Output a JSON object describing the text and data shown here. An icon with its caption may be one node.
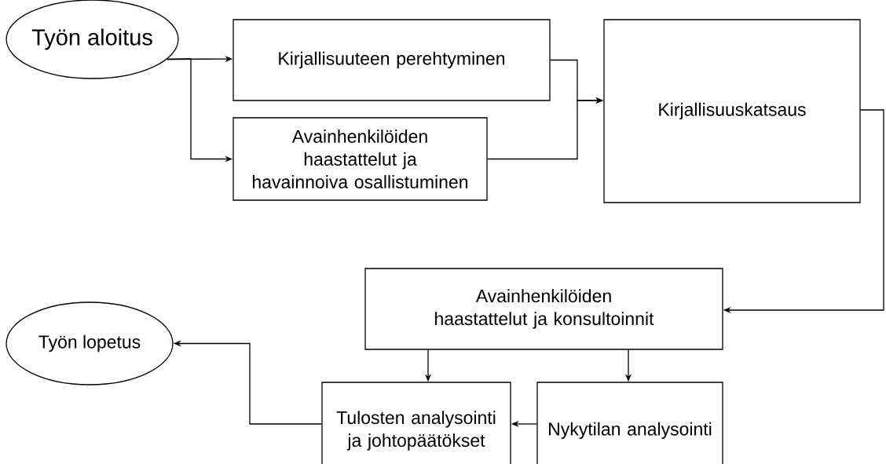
{
  "diagram": {
    "nodes": [
      {
        "text": [
          "Työn aloitus"
        ]
      },
      {
        "text": [
          "Kirjallisuuteen perehtyminen"
        ]
      },
      {
        "text": [
          "Avainhenkilöiden haastattelut ja havainnoiva osallistuminen"
        ]
      },
      {
        "text": [
          "Kirjallisuuskatsaus"
        ]
      },
      {
        "text": [
          "Avainhenkilöiden haastattelut ja konsultoinnit"
        ]
      },
      {
        "text": [
          "Työn lopetus"
        ]
      },
      {
        "text": [
          "Tulosten analysointi ja johtopäätökset"
        ]
      },
      {
        "text": [
          "Nykytilan analysointi"
        ]
      }
    ],
    "edges": [
      {
        "from": 0,
        "to": 1,
        "arrow": "to"
      },
      {
        "from": 0,
        "to": 2,
        "arrow": "to"
      },
      {
        "from": 1,
        "to": 3,
        "arrow": "to"
      },
      {
        "from": 2,
        "to": 3,
        "arrow": "to"
      },
      {
        "from": 3,
        "to": 4,
        "arrow": "to"
      },
      {
        "from": 4,
        "to": 6,
        "arrow": "to"
      },
      {
        "from": 4,
        "to": 7,
        "arrow": "to"
      },
      {
        "from": 7,
        "to": 6,
        "arrow": "to"
      },
      {
        "from": 6,
        "to": 5,
        "arrow": "to"
      }
    ]
  }
}
